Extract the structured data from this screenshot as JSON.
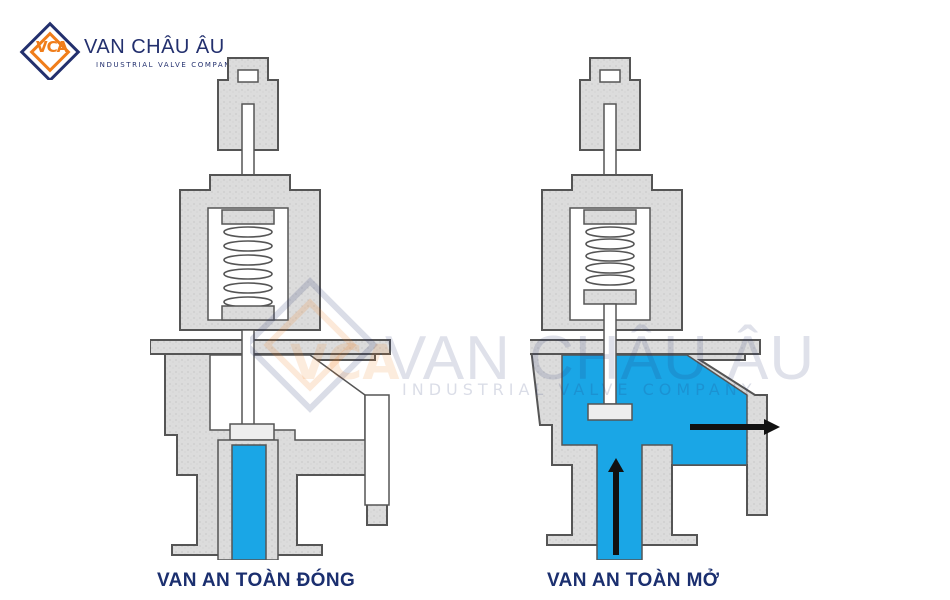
{
  "brand": {
    "name": "VAN CHÂU ÂU",
    "tagline": "INDUSTRIAL VALVE COMPANY",
    "mark": "VCA"
  },
  "watermark": {
    "name": "VAN CHÂU ÂU",
    "tagline": "INDUSTRIAL VALVE COMPANY",
    "mark": "VCA"
  },
  "diagrams": [
    {
      "caption": "VAN AN TOÀN ĐÓNG"
    },
    {
      "caption": "VAN AN TOÀN MỞ"
    }
  ],
  "colors": {
    "fluid": "#1aa6e6",
    "body": "#dcdcdc",
    "outline": "#555555",
    "caption": "#1b2f6f",
    "brand_navy": "#23306e",
    "brand_orange": "#f07d1a"
  }
}
